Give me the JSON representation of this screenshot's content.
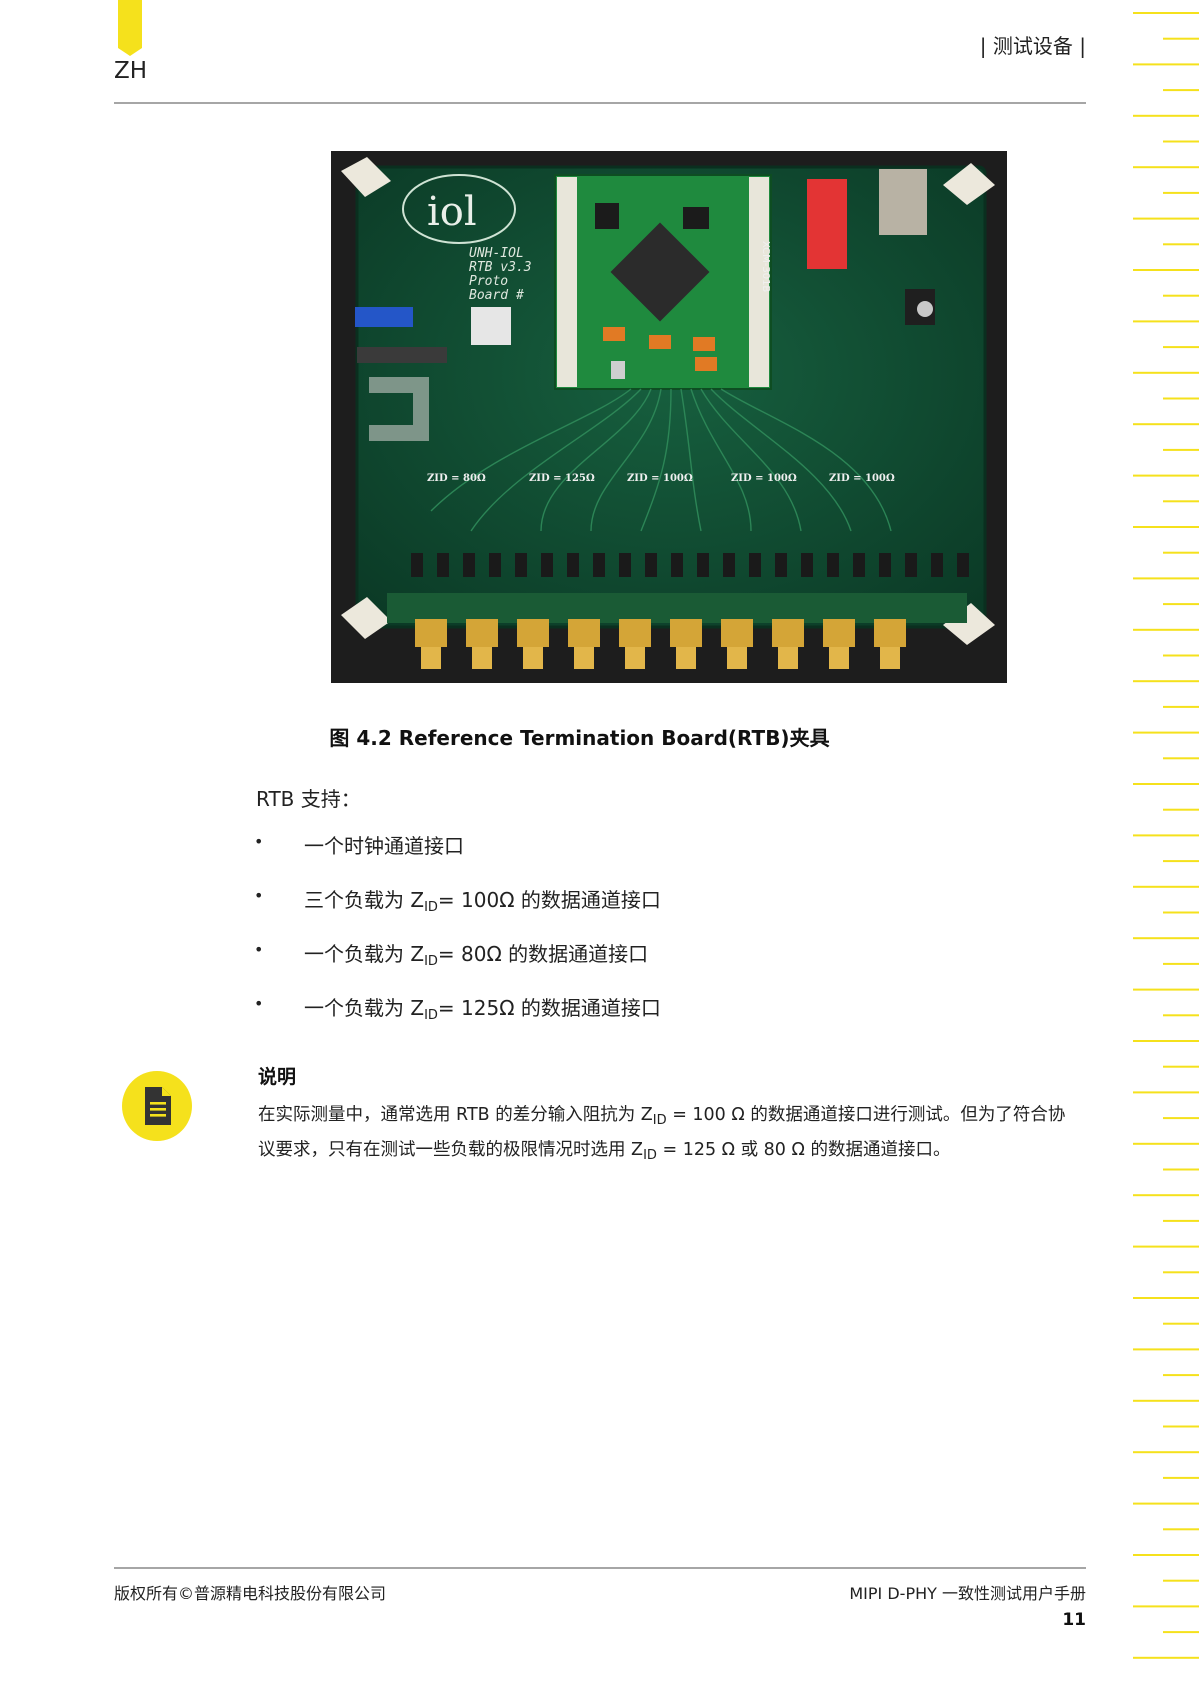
{
  "header": {
    "language": "ZH",
    "section_title": "| 测试设备 |"
  },
  "figure": {
    "board_text": {
      "logo": "iol",
      "label_lines": [
        "UNH-IOL",
        "RTB v3.3",
        "Proto",
        "Board #"
      ],
      "zid_labels": [
        "ZID = 80Ω",
        "ZID = 125Ω",
        "ZID = 100Ω",
        "ZID = 100Ω",
        "ZID = 100Ω"
      ],
      "module_label": "XCM-301B"
    },
    "caption": "图 4.2 Reference Termination Board(RTB)夹具"
  },
  "body": {
    "intro": "RTB 支持：",
    "bullet_glyph": "•",
    "bullets": [
      {
        "pre": "一个时钟通道接口",
        "sub": "",
        "post": ""
      },
      {
        "pre": "三个负载为 Z",
        "sub": "ID",
        "post": "= 100Ω 的数据通道接口"
      },
      {
        "pre": "一个负载为 Z",
        "sub": "ID",
        "post": "= 80Ω 的数据通道接口"
      },
      {
        "pre": "一个负载为 Z",
        "sub": "ID",
        "post": "= 125Ω 的数据通道接口"
      }
    ]
  },
  "note": {
    "icon": "document-note-icon",
    "title": "说明",
    "line1_pre": "在实际测量中，通常选用 RTB 的差分输入阻抗为 Z",
    "line1_sub": "ID",
    "line1_post": " = 100 Ω 的数据通道接口进行测试。但为了符合协",
    "line2_pre": "议要求，只有在测试一些负载的极限情况时选用 Z",
    "line2_sub": "ID",
    "line2_post": " = 125 Ω 或 80 Ω 的数据通道接口。"
  },
  "footer": {
    "copyright": "版权所有©普源精电科技股份有限公司",
    "manual_title": "MIPI D-PHY 一致性测试用户手册",
    "page_number": "11"
  },
  "colors": {
    "accent_yellow": "#f5e11c",
    "rule_gray": "#a6a6a6",
    "pcb_green": "#0f4a32",
    "gold": "#d4a537"
  }
}
